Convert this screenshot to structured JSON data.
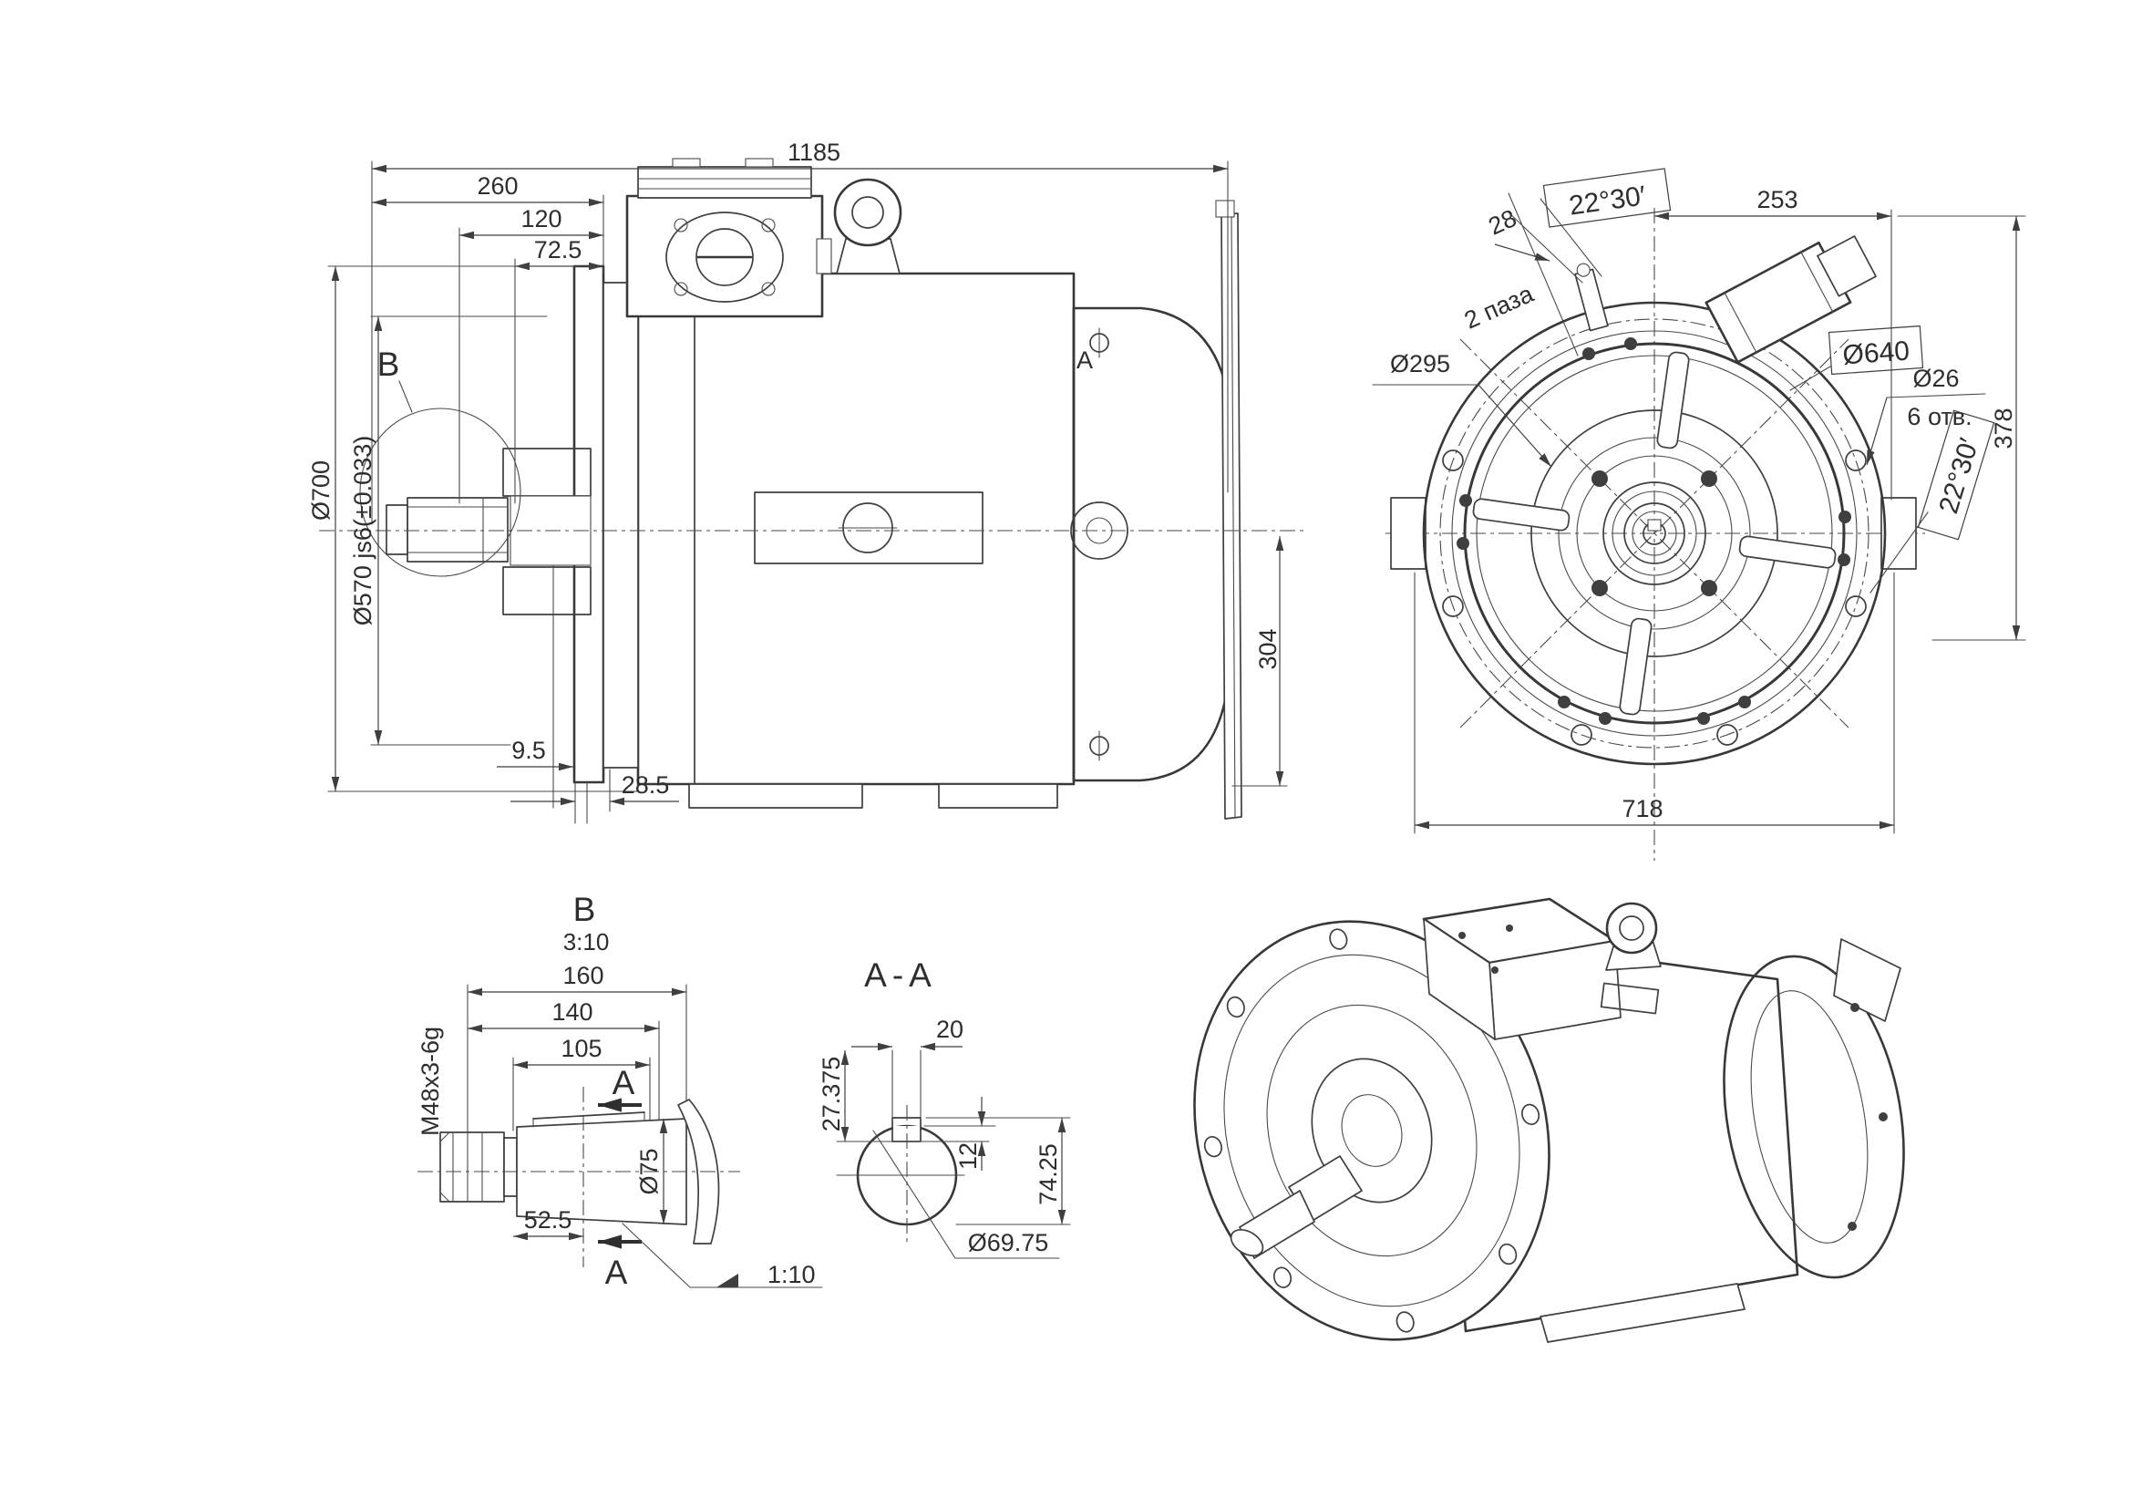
{
  "page": {
    "background": "#ffffff",
    "ink_color": "#3f3f3f",
    "description": "Electric motor dimensional engineering drawing, four views"
  },
  "side_view": {
    "dims": {
      "length_total": "1185",
      "length_260": "260",
      "length_120": "120",
      "length_72_5": "72.5",
      "dia_700": "Ø700",
      "dia_570": "Ø570 js6(±0.033)",
      "height_304": "304",
      "t_9_5": "9.5",
      "t_28_5": "28.5",
      "detail_mark": "B",
      "face_mark": "A"
    }
  },
  "front_view": {
    "dims": {
      "angle_top": "22°30′",
      "pitch_253": "253",
      "slot_width_28": "28",
      "slots_note": "2 паза",
      "dia_295": "Ø295",
      "dia_640": "Ø640",
      "dia_26": "Ø26",
      "holes_note": "6 отв.",
      "angle_side": "22°30′",
      "height_378": "378",
      "width_718": "718"
    }
  },
  "detail_b": {
    "title": "B",
    "scale": "3:10",
    "dims": {
      "l160": "160",
      "l140": "140",
      "l105": "105",
      "l52_5": "52.5",
      "thread": "M48x3-6g",
      "dia_75": "Ø75",
      "taper": "1:10",
      "section_mark": "A"
    }
  },
  "section_aa": {
    "title": "A-A",
    "dims": {
      "w20": "20",
      "h27_375": "27.375",
      "h12": "12",
      "h74_25": "74.25",
      "dia": "Ø69.75"
    }
  }
}
